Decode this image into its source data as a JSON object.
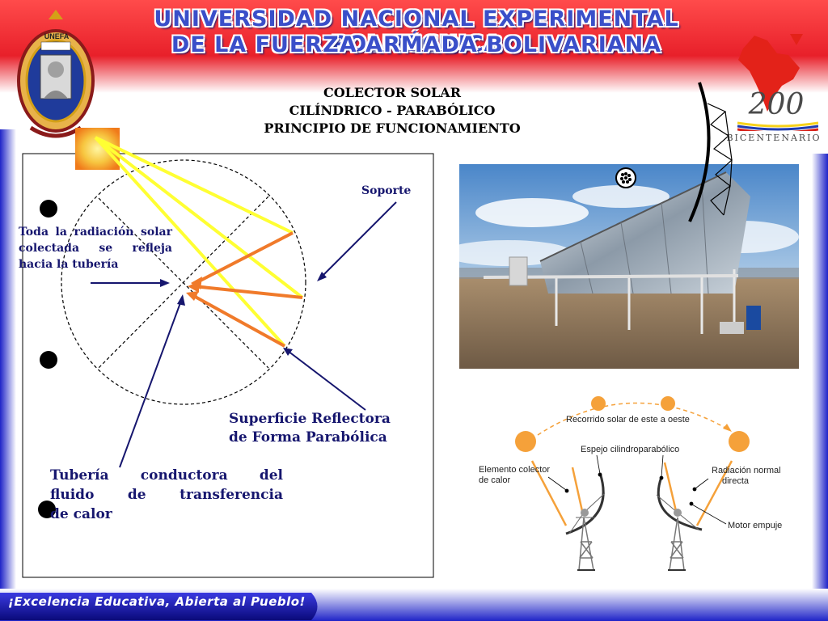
{
  "header": {
    "line1": "UNIVERSIDAD NACIONAL EXPERIMENTAL POLITÉCNICA",
    "line2": "DE LA FUERZA ARMADA BOLIVARIANA"
  },
  "logo": {
    "text": "UNEFA"
  },
  "bicentenario": {
    "number": "200",
    "word": "BICENTENARIO"
  },
  "title": {
    "line1": "COLECTOR SOLAR",
    "line2": "CILÍNDRICO - PARABÓLICO",
    "line3": "PRINCIPIO DE FUNCIONAMIENTO"
  },
  "labels": {
    "radiation_text": "Toda la radiación solar colectada se refleja hacia la tubería",
    "soporte": "Soporte",
    "superficie_line1": "Superficie Reflectora",
    "superficie_line2": "de Forma Parabólica",
    "tuberia_line1": "Tubería conductora del",
    "tuberia_line2": "fluido de transferencia",
    "tuberia_line3": "de calor"
  },
  "schematic": {
    "recorrido": "Recorrido solar de este a oeste",
    "espejo": "Espejo cilindroparabólico",
    "elemento_line1": "Elemento colector",
    "elemento_line2": "de calor",
    "radiacion_line1": "Radiación normal",
    "radiacion_line2": "directa",
    "motor": "Motor empuje"
  },
  "footer": {
    "slogan": "¡Excelencia Educativa, Abierta al Pueblo!"
  },
  "colors": {
    "header_red": "#e8202a",
    "frame_blue": "#1f24c8",
    "sun_rays": "#ffff33",
    "reflected_rays": "#f07a2a",
    "label_navy": "#16166e",
    "schematic_sun": "#f5a13a"
  }
}
